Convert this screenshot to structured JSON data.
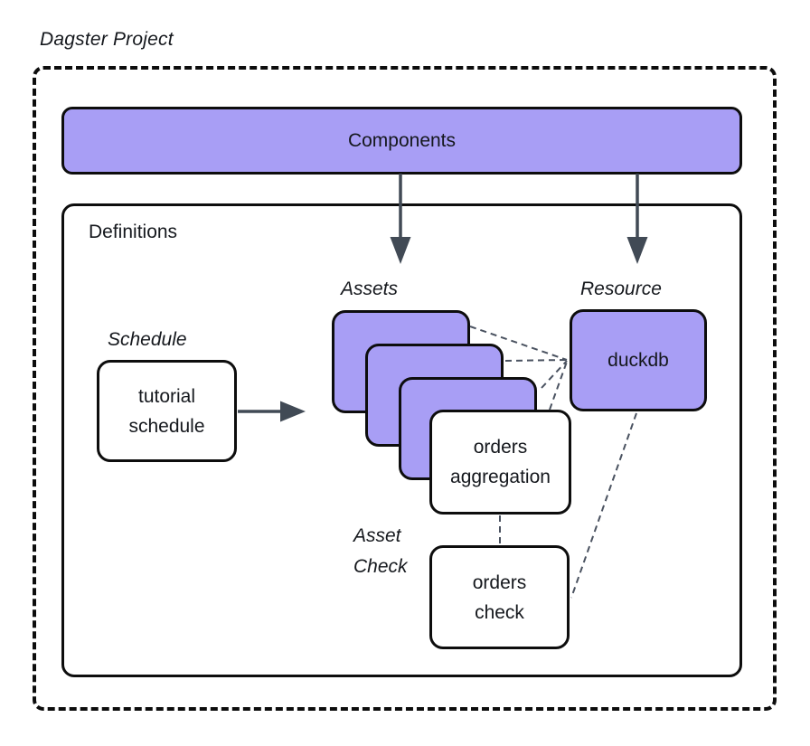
{
  "title": "Dagster Project",
  "colors": {
    "node_purple": "#a89ef5",
    "outline": "#0d0d0d",
    "arrow": "#414a55",
    "connector": "#4a5260",
    "text": "#15181d"
  },
  "components": {
    "label": "Components"
  },
  "definitions": {
    "label": "Definitions",
    "schedule": {
      "section_label": "Schedule",
      "node_label": "tutorial\nschedule"
    },
    "assets": {
      "section_label": "Assets",
      "stack_count": 3,
      "node_label": "orders\naggregation"
    },
    "resource": {
      "section_label": "Resource",
      "node_label": "duckdb"
    },
    "asset_check": {
      "section_label": "Asset\nCheck",
      "node_label": "orders\ncheck"
    }
  }
}
